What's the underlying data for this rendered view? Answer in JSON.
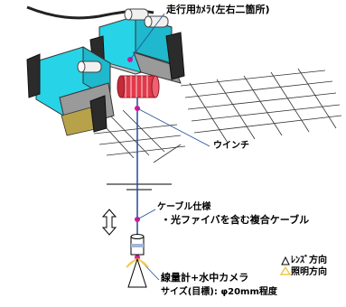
{
  "labels": {
    "camera": "走行用ｶﾒﾗ(左右二箇所)",
    "winch": "ウインチ",
    "cable_spec_title": "ケーブル仕様",
    "cable_spec_item": "・光ファイバを含む複合ケーブル",
    "detector_name": "線量計+水中カメラ",
    "detector_size": "サイズ(目標): φ20mm程度",
    "legend_lens": "ﾚﾝｽﾞ方向",
    "legend_light": "照明方向",
    "legend_lens_symbol": "Δ:",
    "legend_light_symbol": "△:"
  },
  "colors": {
    "cable": "#1f4e9c",
    "body_cyan": "#27d3e6",
    "body_gray": "#9a9a9a",
    "body_dark": "#2b2b2b",
    "winch_red": "#e03a4a",
    "light_yellow": "#f2c94c",
    "callout_magenta": "#d6189a"
  }
}
